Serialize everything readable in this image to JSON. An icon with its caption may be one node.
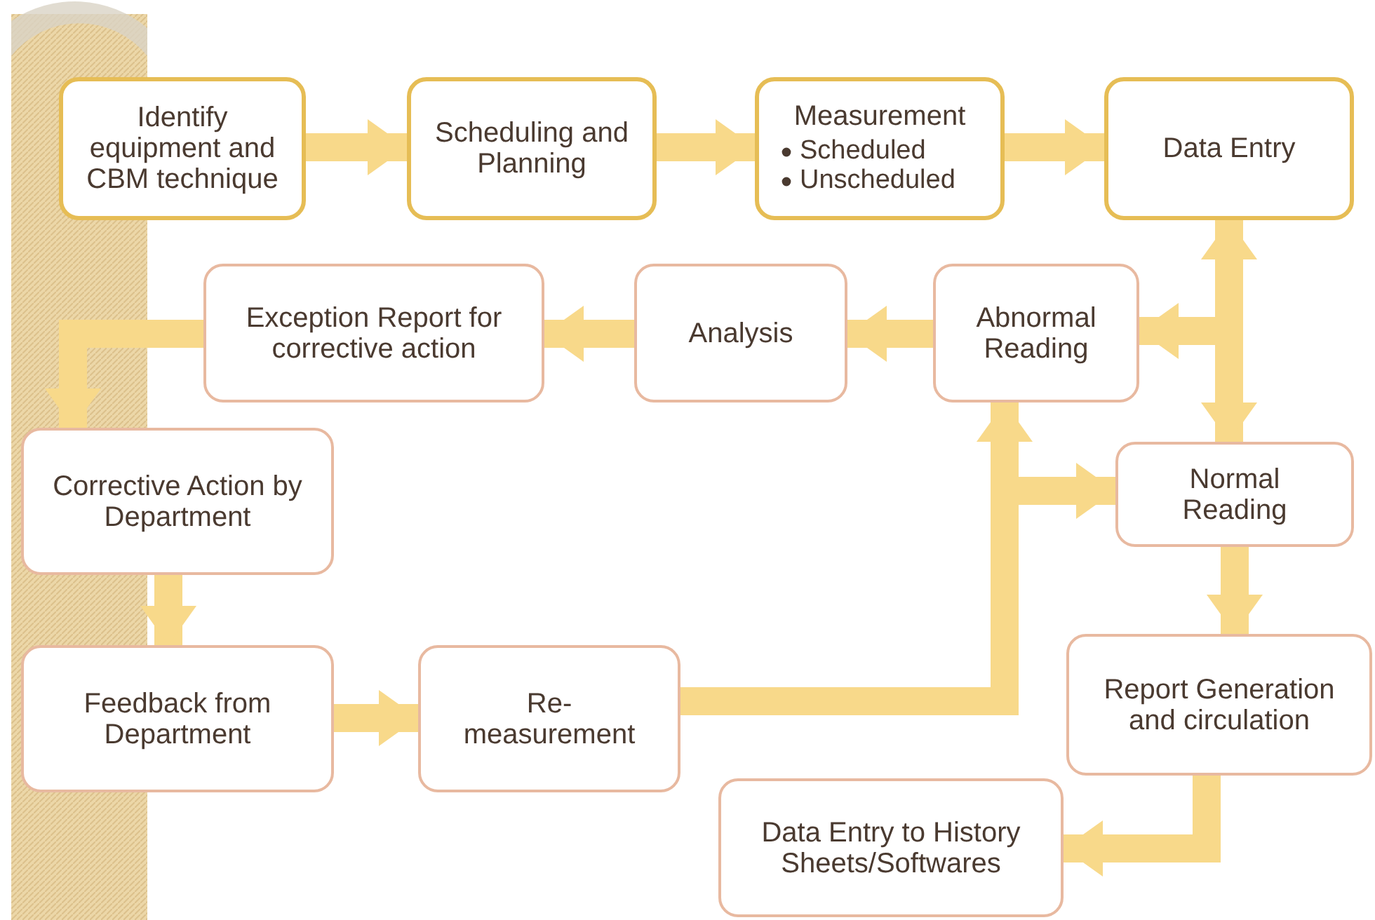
{
  "diagram": {
    "nodes": [
      {
        "text": [
          "Identify equipment and CBM technique"
        ]
      },
      {
        "text": [
          "Scheduling and Planning"
        ]
      },
      {
        "text": [
          "Measurement",
          "Scheduled",
          "Unscheduled"
        ]
      },
      {
        "text": [
          "Data Entry"
        ]
      },
      {
        "text": [
          "Exception Report for corrective action"
        ]
      },
      {
        "text": [
          "Analysis"
        ]
      },
      {
        "text": [
          "Abnormal Reading"
        ]
      },
      {
        "text": [
          "Normal Reading"
        ]
      },
      {
        "text": [
          "Corrective Action by Department"
        ]
      },
      {
        "text": [
          "Feedback from Department"
        ]
      },
      {
        "text": [
          "Re-measurement"
        ]
      },
      {
        "text": [
          "Report Generation and circulation"
        ]
      },
      {
        "text": [
          "Data Entry to History Sheets/Softwares"
        ]
      }
    ],
    "edges": [
      {
        "from": 0,
        "to": 1,
        "arrow": "to"
      },
      {
        "from": 1,
        "to": 2,
        "arrow": "to"
      },
      {
        "from": 2,
        "to": 3,
        "arrow": "to"
      },
      {
        "from": 3,
        "to": 7,
        "arrow": "both"
      },
      {
        "from": 3,
        "to": 6,
        "arrow": "to"
      },
      {
        "from": 6,
        "to": 5,
        "arrow": "to"
      },
      {
        "from": 5,
        "to": 4,
        "arrow": "to"
      },
      {
        "from": 4,
        "to": 8,
        "arrow": "to"
      },
      {
        "from": 8,
        "to": 9,
        "arrow": "to"
      },
      {
        "from": 9,
        "to": 10,
        "arrow": "to"
      },
      {
        "from": 10,
        "to": 6,
        "arrow": "to"
      },
      {
        "from": 10,
        "to": 7,
        "arrow": "to"
      },
      {
        "from": 7,
        "to": 11,
        "arrow": "to"
      },
      {
        "from": 11,
        "to": 12,
        "arrow": "to"
      }
    ]
  }
}
